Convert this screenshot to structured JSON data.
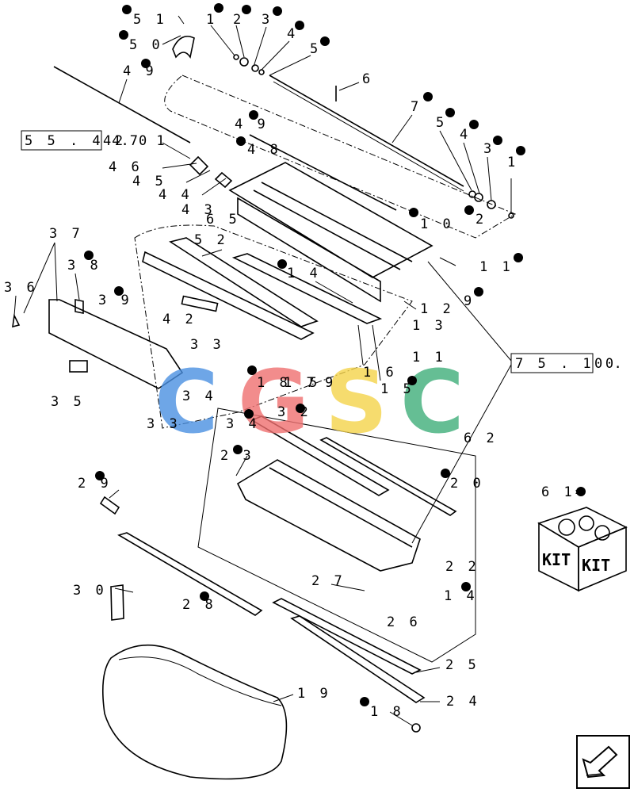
{
  "references": {
    "ref_left": "5 5 . 4 2",
    "ref_left_suffix": "44.70 1",
    "ref_right": "7 5 . 1 0",
    "ref_right_suffix": "0 . 1"
  },
  "watermark": {
    "letters": [
      "C",
      "G",
      "S",
      "C"
    ],
    "colors": [
      "#4a90e2",
      "#f07070",
      "#f5d44a",
      "#3fae7a"
    ]
  },
  "kit": {
    "label_left": "KIT",
    "label_right": "KIT",
    "legend_text": "6 1="
  },
  "callouts": {
    "c51": "5 1",
    "c50": "5 0",
    "c1a": "1",
    "c2a": "2",
    "c3a": "3",
    "c4a": "4",
    "c5a": "5",
    "c49a": "4 9",
    "c6": "6",
    "c7": "7",
    "c49b": "4 9",
    "c48": "4 8",
    "c46": "4 6",
    "c45": "4 5",
    "c44": "4 4",
    "c43": "4 3",
    "c65": "6 5",
    "c5b": "5",
    "c4b": "4",
    "c3b": "3",
    "c1b": "1",
    "c2b": "2",
    "c10": "1 0",
    "c11a": "1 1",
    "c9": "9",
    "c12": "1 2",
    "c13": "1 3",
    "c11b": "1 1",
    "c37": "3 7",
    "c52": "5 2",
    "c38": "3 8",
    "c14a": "1 4",
    "c39": "3 9",
    "c36": "3 6",
    "c42": "4 2",
    "c33a": "3 3",
    "c34a": "3 4",
    "c35": "3 5",
    "c33b": "3 3",
    "c18a": "1 8",
    "c17": "1 7",
    "c5c": "5",
    "c9b": "9",
    "c16": "1 6",
    "c15": "1 5",
    "c32": "3 2",
    "c34b": "3 4",
    "c62": "6 2",
    "c23": "2 3",
    "c20": "2 0",
    "c29": "2 9",
    "c22": "2 2",
    "c27": "2 7",
    "c14b": "1 4",
    "c30": "3 0",
    "c28": "2 8",
    "c26": "2 6",
    "c25": "2 5",
    "c19": "1 9",
    "c24": "2 4",
    "c18b": "1 8"
  }
}
